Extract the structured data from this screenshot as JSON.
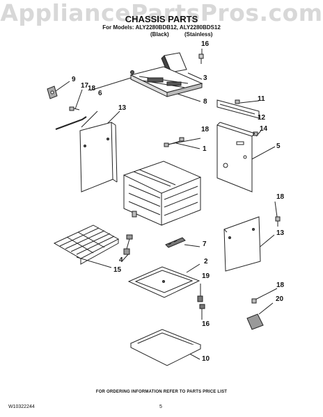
{
  "watermark": "AppliancePartsPros.com",
  "header": {
    "title": "CHASSIS PARTS",
    "models": "For Models: ALY2280BDB12, ALY2280BDS12",
    "variant_black": "(Black)",
    "variant_stainless": "(Stainless)"
  },
  "callouts": {
    "c1": "1",
    "c2": "2",
    "c3": "3",
    "c4": "4",
    "c5": "5",
    "c6": "6",
    "c7": "7",
    "c8": "8",
    "c9": "9",
    "c10": "10",
    "c11": "11",
    "c12": "12",
    "c13_left": "13",
    "c13_right": "13",
    "c14": "14",
    "c15": "15",
    "c16_top": "16",
    "c16_bottom": "16",
    "c17": "17",
    "c18_top_left": "18",
    "c18_mid": "18",
    "c18_right": "18",
    "c18_bottom_right": "18",
    "c19": "19",
    "c20": "20"
  },
  "footer": {
    "ordering_info": "FOR ORDERING INFORMATION REFER TO PARTS PRICE LIST",
    "doc_number": "W10322244",
    "page_number": "5"
  }
}
